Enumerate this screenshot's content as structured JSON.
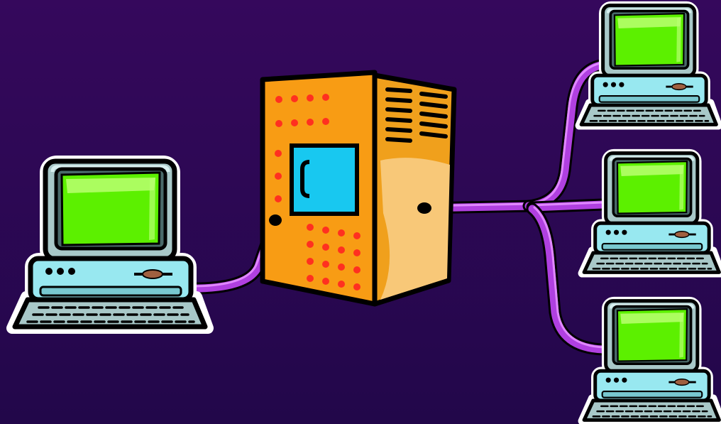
{
  "background": {
    "top_color": "#35085c",
    "bottom_color": "#22074a"
  },
  "colors": {
    "server_front": "#f89c14",
    "server_side": "#f0a01c",
    "server_light": "#f8c878",
    "server_dots": "#ff3020",
    "server_window": "#18c8f0",
    "monitor_body": "#a8c8c8",
    "monitor_highlight": "#d8f0f0",
    "screen": "#5cf000",
    "screen_highlight": "#b8ff70",
    "cpu_body": "#98e8f0",
    "cable": "#b040e0",
    "cable_highlight": "#e088ff",
    "outline": "#000000",
    "sticker": "#ffffff"
  },
  "icons": {
    "server": "server-tower-icon",
    "computer": "desktop-computer-icon"
  },
  "computers": [
    "left",
    "top-right",
    "middle-right",
    "bottom-right"
  ]
}
